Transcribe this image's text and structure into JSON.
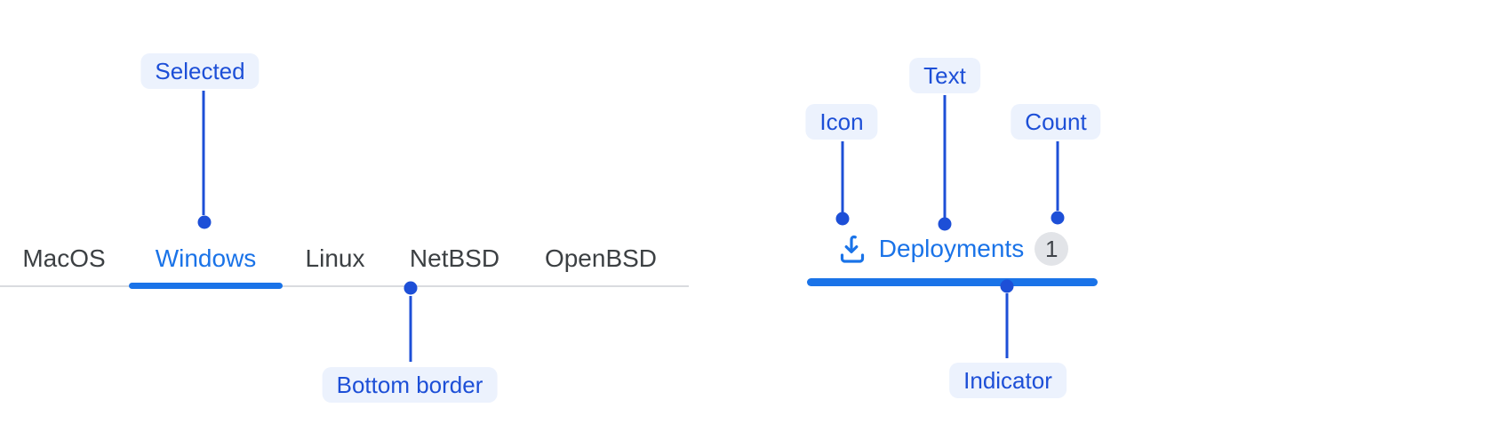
{
  "left_tabs": {
    "items": [
      {
        "label": "MacOS",
        "selected": false
      },
      {
        "label": "Windows",
        "selected": true
      },
      {
        "label": "Linux",
        "selected": false
      },
      {
        "label": "NetBSD",
        "selected": false
      },
      {
        "label": "OpenBSD",
        "selected": false
      }
    ]
  },
  "deployments_tab": {
    "icon": "download-icon",
    "label": "Deployments",
    "count": "1"
  },
  "annotations": {
    "selected": "Selected",
    "bottom_border": "Bottom border",
    "icon": "Icon",
    "text": "Text",
    "count": "Count",
    "indicator": "Indicator"
  },
  "colors": {
    "accent_blue": "#1a73e8",
    "annotation_blue": "#1d4fd7",
    "annotation_pill_bg": "#ecf2fd",
    "tab_text": "#3c4043",
    "tabbar_border": "#d9dbdf",
    "badge_bg": "#e2e4e8",
    "background": "#ffffff"
  }
}
